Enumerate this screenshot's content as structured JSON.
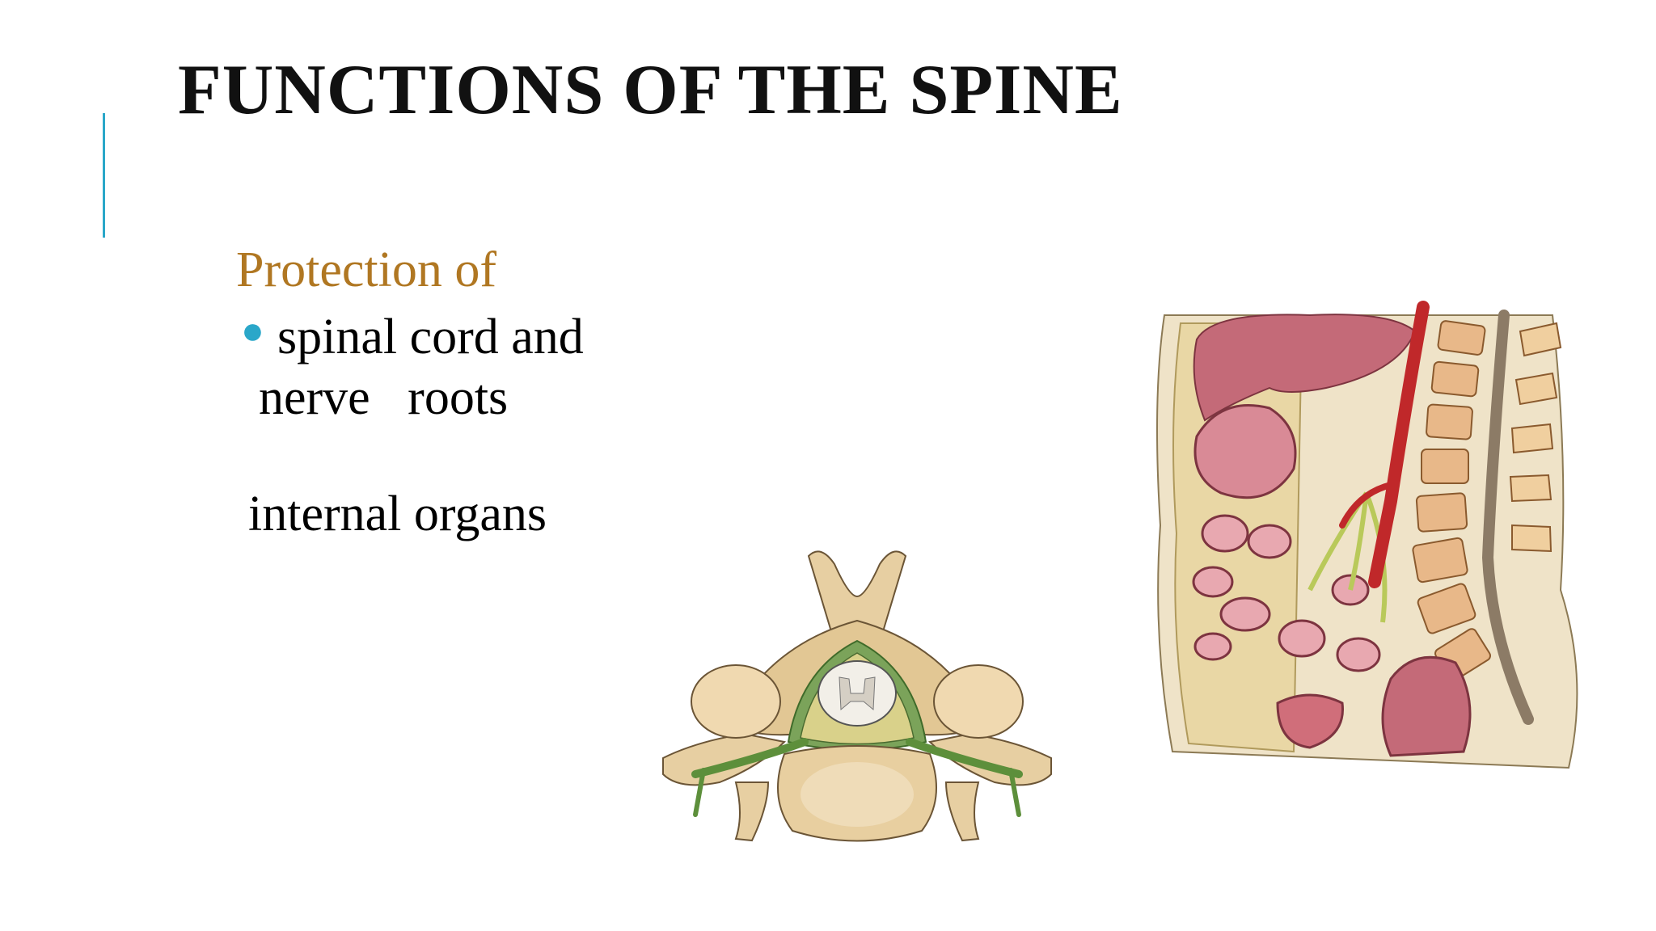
{
  "slide": {
    "title": "FUNCTIONS OF THE SPINE",
    "subhead": "Protection of",
    "bullet": {
      "line1": "spinal cord and",
      "line2": "nerve   roots"
    },
    "plain_item": "internal organs"
  },
  "colors": {
    "accent": "#2aa7c9",
    "subhead": "#b07722",
    "title": "#111111"
  },
  "illustrations": {
    "left": "vertebra-cross-section",
    "right": "sagittal-torso-section"
  }
}
